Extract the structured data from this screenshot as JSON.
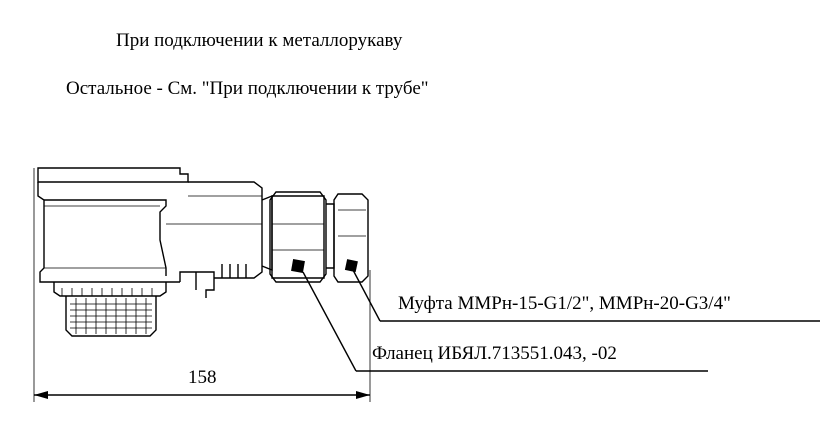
{
  "heading": "При подключении к металлорукаву",
  "subheading": "Остальное - См. \"При подключении к трубе\"",
  "callouts": {
    "mufta": "Муфта ММРн-15-G1/2\", ММРн-20-G3/4\"",
    "flanec": "Фланец ИБЯЛ.713551.043, -02"
  },
  "dimension": {
    "length": "158"
  }
}
